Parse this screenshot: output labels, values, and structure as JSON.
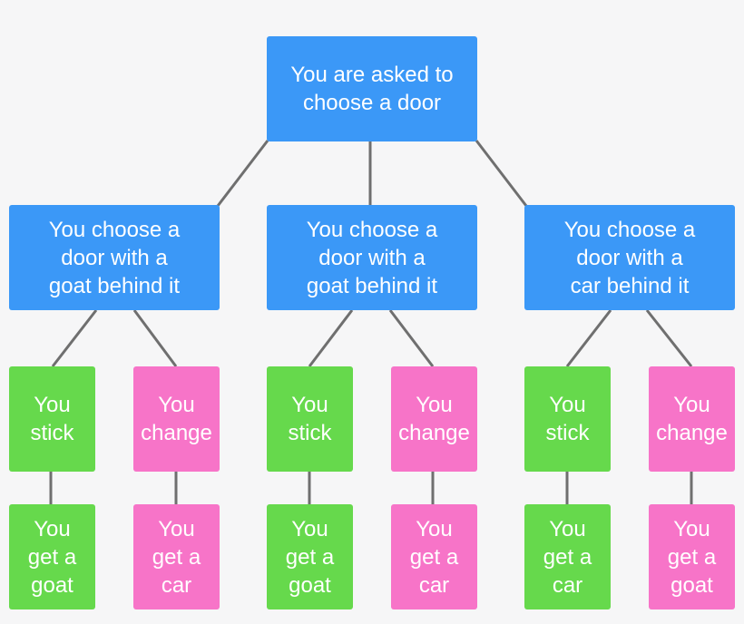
{
  "colors": {
    "blue": "#3b98f7",
    "green": "#66d94c",
    "pink": "#f774c8",
    "connector": "#6f6f6f",
    "background": "#f6f6f7"
  },
  "root": {
    "label": "You are asked to\nchoose a door"
  },
  "choices": [
    {
      "label": "You choose a\ndoor with a\ngoat behind it",
      "stick": {
        "action": "You\nstick",
        "outcome": "You\nget a\ngoat"
      },
      "change": {
        "action": "You\nchange",
        "outcome": "You\nget a\ncar"
      }
    },
    {
      "label": "You choose a\ndoor with a\ngoat behind it",
      "stick": {
        "action": "You\nstick",
        "outcome": "You\nget a\ngoat"
      },
      "change": {
        "action": "You\nchange",
        "outcome": "You\nget a\ncar"
      }
    },
    {
      "label": "You choose a\ndoor with a\ncar behind it",
      "stick": {
        "action": "You\nstick",
        "outcome": "You\nget a\ncar"
      },
      "change": {
        "action": "You\nchange",
        "outcome": "You\nget a\ngoat"
      }
    }
  ]
}
